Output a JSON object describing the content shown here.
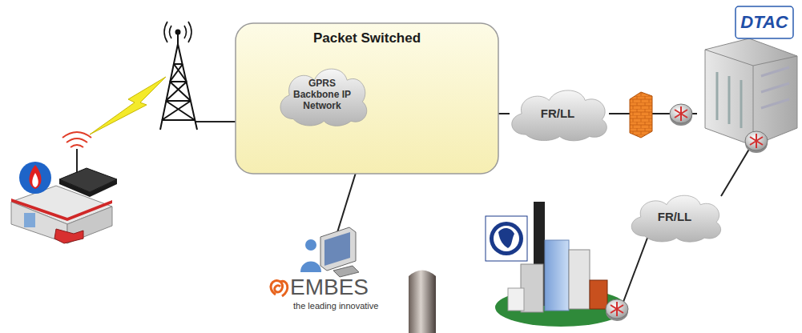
{
  "diagram": {
    "nodes": [
      {
        "text": [
          "Packet Switched"
        ]
      },
      {
        "text": [
          "GPRS Backbone IP Network"
        ],
        "in": 0
      },
      {
        "text": [
          "FR/LL"
        ]
      },
      {
        "text": [
          "FR/LL"
        ]
      }
    ],
    "edges": [
      {
        "from": 1,
        "to": 2,
        "arrow": "none"
      }
    ],
    "labels": [
      "DTAC",
      "EMBES",
      "the leading innovative"
    ]
  }
}
